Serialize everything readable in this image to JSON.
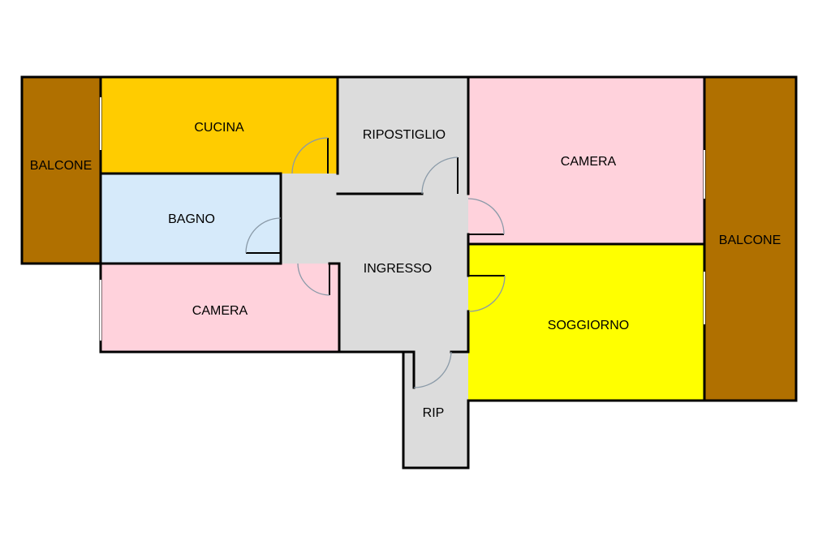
{
  "colors": {
    "balcone": "#B07000",
    "cucina": "#FFCC00",
    "bagno": "#D6EAFA",
    "camera": "#FFD2DC",
    "soggiorno": "#FFFF00",
    "service": "#DCDCDC",
    "wall": "#000000"
  },
  "rooms": {
    "balcone_left": "BALCONE",
    "cucina": "CUCINA",
    "bagno": "BAGNO",
    "camera_left": "CAMERA",
    "ripostiglio": "RIPOSTIGLIO",
    "ingresso": "INGRESSO",
    "rip": "RIP",
    "camera_right": "CAMERA",
    "soggiorno": "SOGGIORNO",
    "balcone_right": "BALCONE"
  }
}
